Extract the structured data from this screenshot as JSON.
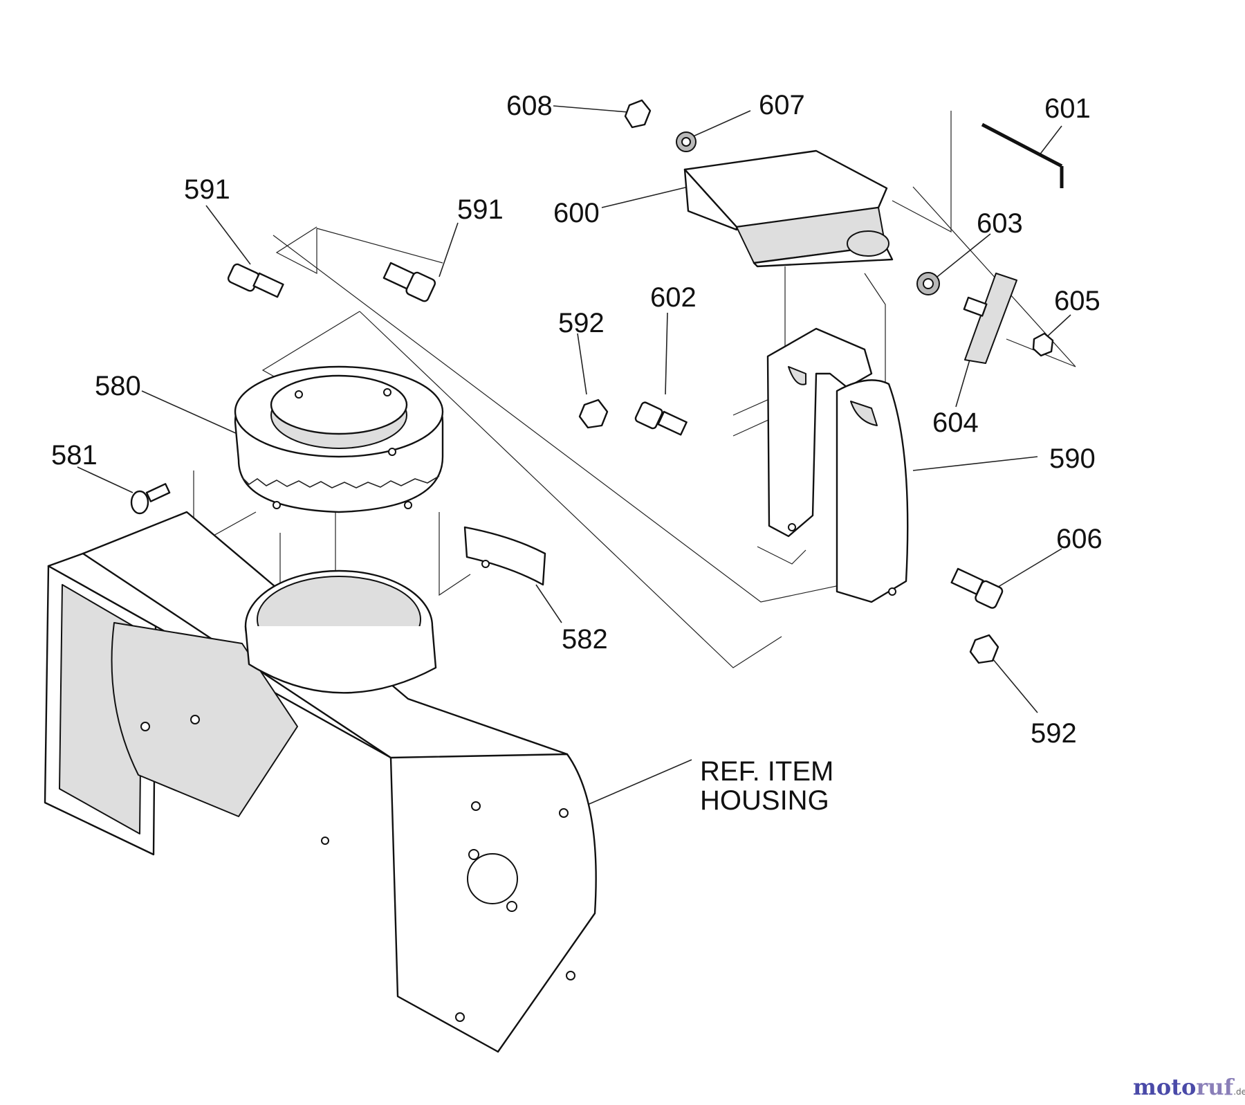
{
  "diagram": {
    "part_numbers": {
      "p608": "608",
      "p607": "607",
      "p601": "601",
      "p591a": "591",
      "p591b": "591",
      "p600": "600",
      "p603": "603",
      "p602": "602",
      "p592a": "592",
      "p605": "605",
      "p580": "580",
      "p604": "604",
      "p590": "590",
      "p581": "581",
      "p606": "606",
      "p582": "582",
      "p592b": "592"
    },
    "reference": {
      "line1": "REF. ITEM",
      "line2": "HOUSING"
    }
  },
  "watermark": {
    "part1": "moto",
    "part2": "ruf",
    "suffix": ".de"
  }
}
